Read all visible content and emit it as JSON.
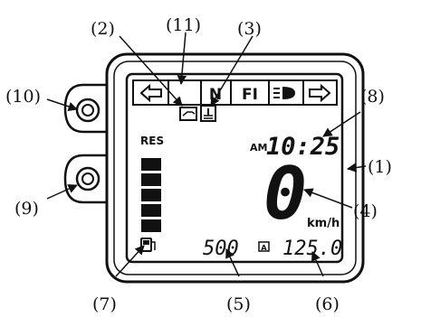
{
  "callouts": {
    "c1": "(1)",
    "c2": "(2)",
    "c3": "(3)",
    "c4": "(4)",
    "c5": "(5)",
    "c6": "(6)",
    "c7": "(7)",
    "c8": "(8)",
    "c9": "(9)",
    "c10": "(10)",
    "c11": "(11)"
  },
  "indicators": {
    "neutral": "N",
    "fi": "FI"
  },
  "display": {
    "res_label": "RES",
    "am_label": "AM",
    "clock": "10:25",
    "speed": "0",
    "speed_unit": "km/h",
    "odometer": "500",
    "trip_indicator": "A",
    "trip": "125.0"
  },
  "icons": [
    "turn-left-icon",
    "neutral-indicator",
    "fi-warning-indicator",
    "high-beam-icon",
    "turn-right-icon",
    "oil-pressure-icon",
    "coolant-temperature-icon",
    "fuel-pump-icon"
  ],
  "colors": {
    "ink": "#111111",
    "background": "#ffffff"
  }
}
